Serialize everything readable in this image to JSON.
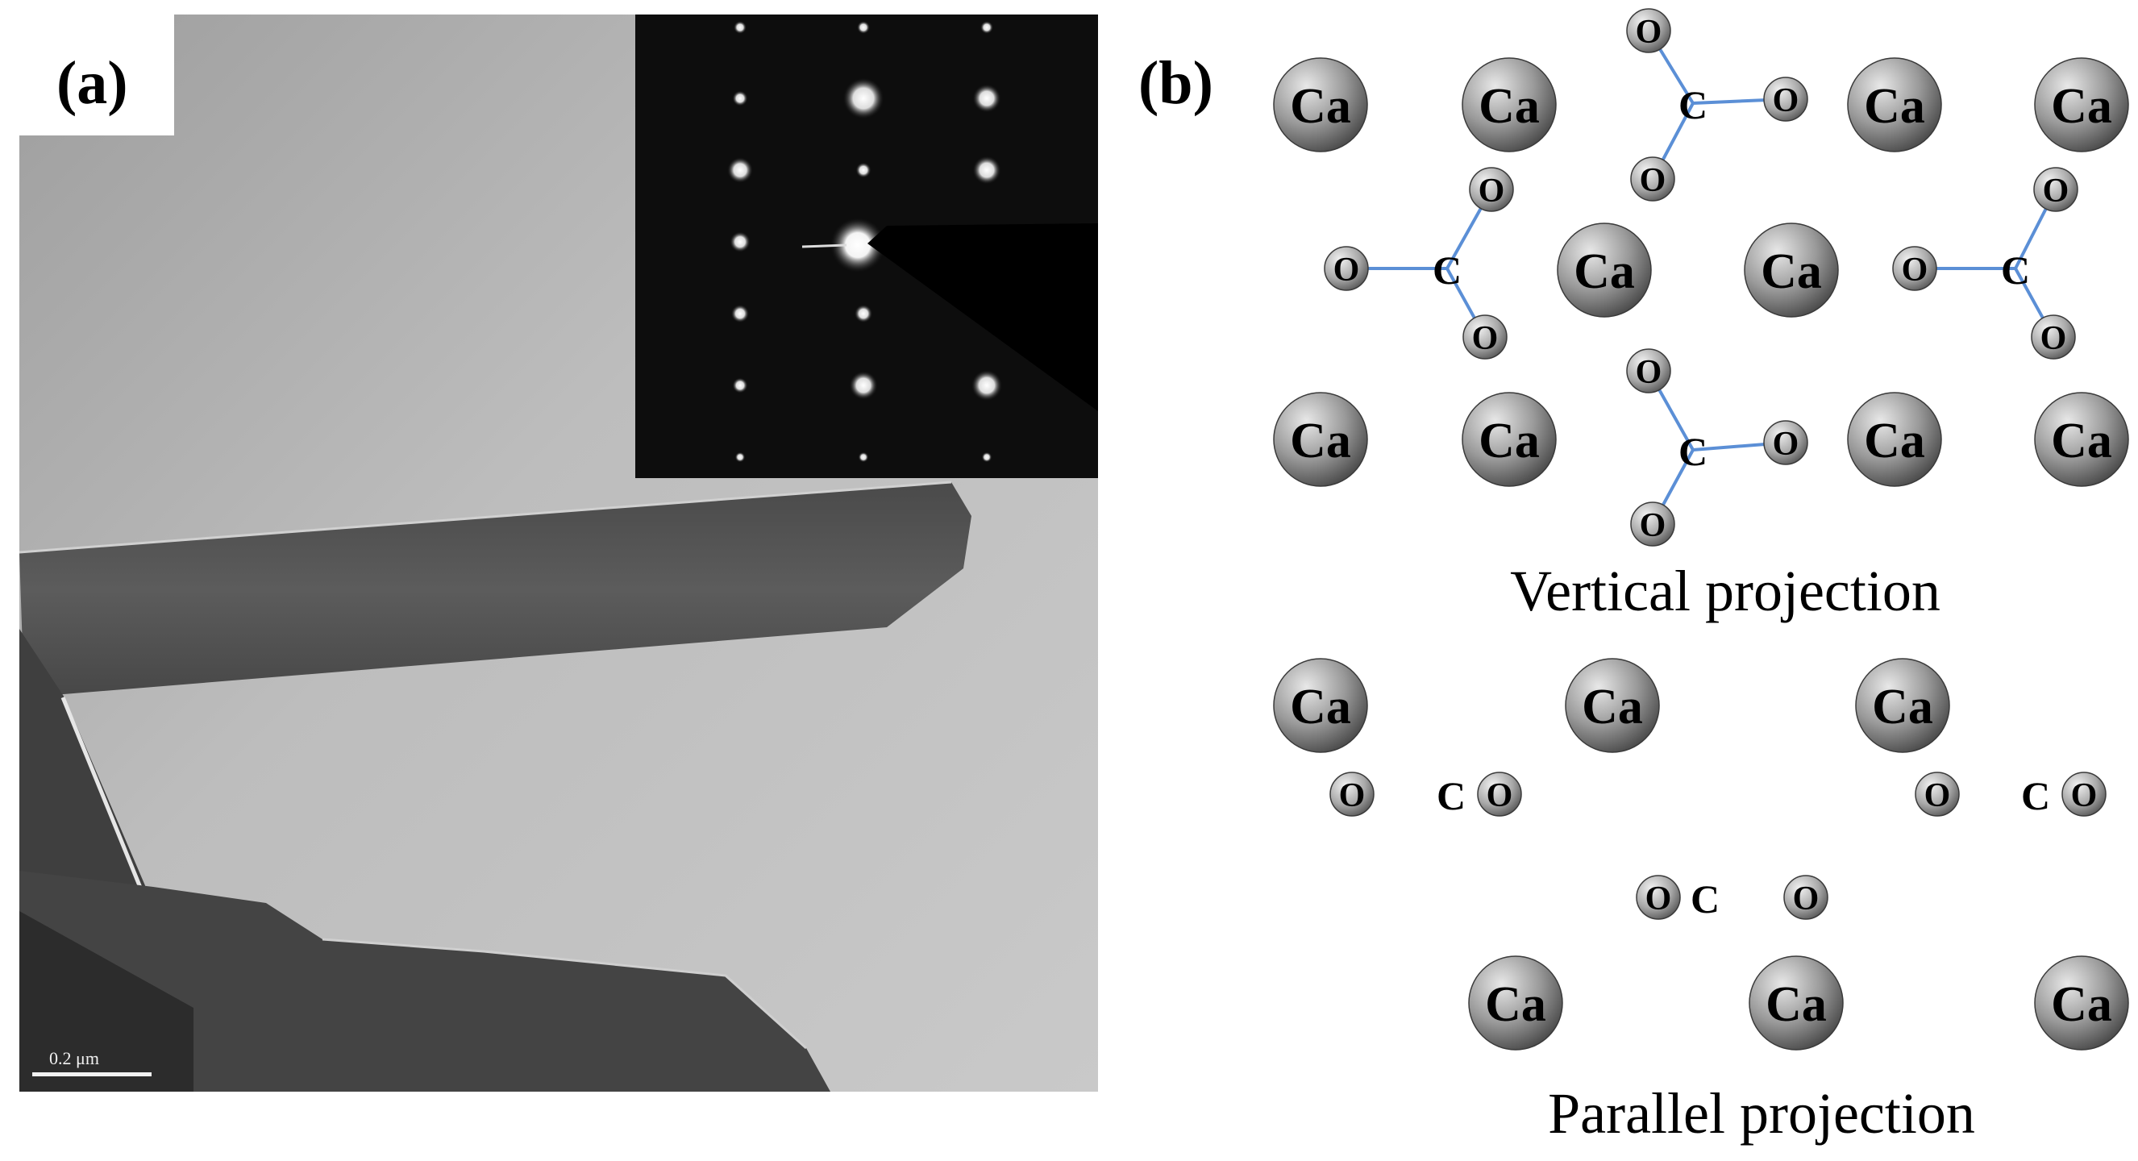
{
  "figure": {
    "panel_a": {
      "label": "(a)",
      "scale_bar_text": "0.2 μm"
    },
    "panel_b": {
      "label": "(b)",
      "atoms": {
        "calcium": "Ca",
        "carbon": "C",
        "oxygen": "O"
      },
      "vertical_caption": "Vertical projection",
      "parallel_caption": "Parallel projection"
    }
  },
  "colors": {
    "background": "#ffffff",
    "bond": "#5b8fd6",
    "diffraction_bg": "#0d0d0d",
    "micrograph_bg": "#b8b8b8"
  }
}
